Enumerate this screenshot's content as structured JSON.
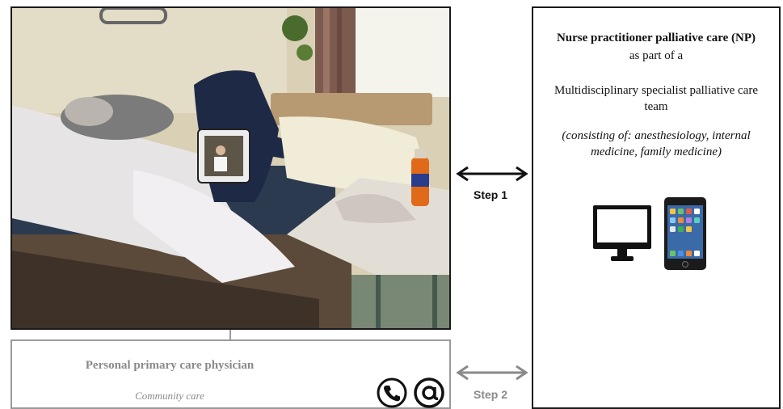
{
  "np_box": {
    "title": "Nurse practitioner palliative care (NP)",
    "line1": "as part of a",
    "line2": "Multidisciplinary specialist palliative care",
    "line3": "team",
    "consisting": "(consisting of: anesthesiology, internal medicine, family medicine)"
  },
  "pcp_box": {
    "title": "Personal primary care physician",
    "subtitle": "Community care"
  },
  "steps": {
    "step1": "Step 1",
    "step2": "Step 2"
  },
  "icons": {
    "monitor": "desktop-monitor-icon",
    "tablet": "tablet-icon",
    "phone": "phone-icon",
    "email": "at-sign-icon"
  },
  "colors": {
    "primary_border": "#1a1a1a",
    "secondary_gray": "#8a8a8a"
  }
}
